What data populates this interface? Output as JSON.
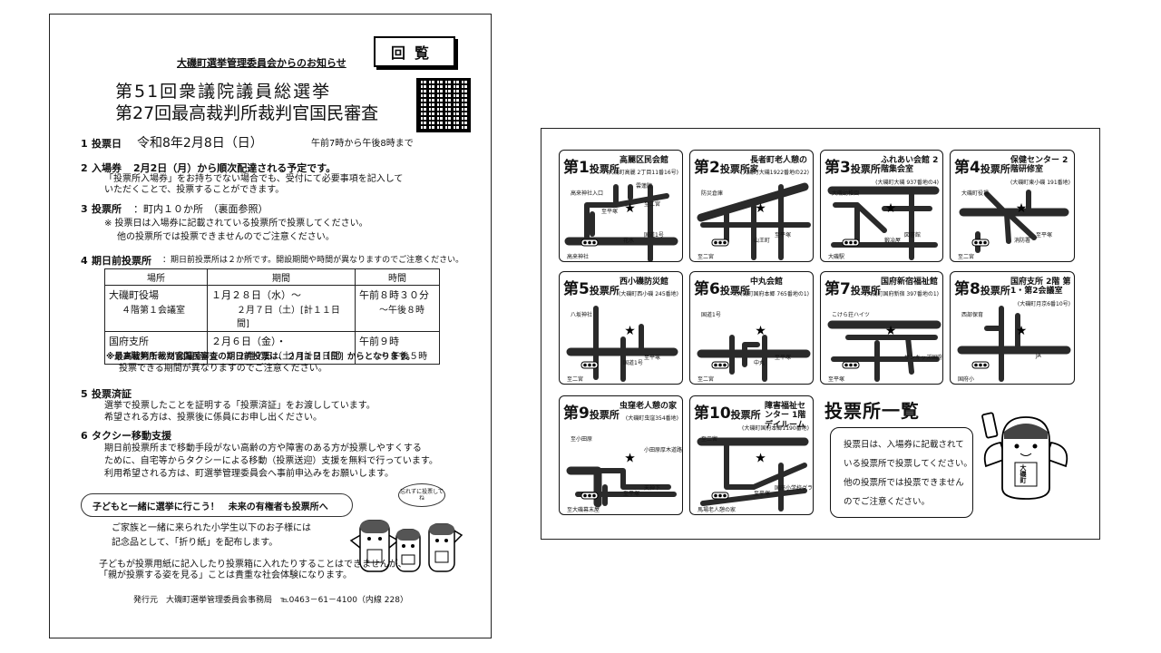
{
  "notice": {
    "committee": "大磯町選挙管理委員会からのお知らせ",
    "kairan": "回覧",
    "title1": "第51回衆議院議員総選挙",
    "title2": "第27回最高裁判所裁判官国民審査",
    "item1": {
      "no": "1",
      "label": "投票日",
      "date": "令和8年2月8日（日）",
      "hours": "午前7時から午後8時まで"
    },
    "item2": {
      "no": "2",
      "label": "入場券",
      "main": "2月2日（月）から順次配達される予定です。",
      "note1": "「投票所入場券」をお持ちでない場合でも、受付にて必要事項を記入して",
      "note2": "いただくことで、投票することができます。"
    },
    "item3": {
      "no": "3",
      "label": "投票所",
      "main": "：町内１０か所　（裏面参照）",
      "note1": "※ 投票日は入場券に記載されている投票所で投票してください。",
      "note2": "他の投票所では投票できませんのでご注意ください。"
    },
    "item4": {
      "no": "4",
      "label": "期日前投票所",
      "main": "：期日前投票所は２か所です。開設期間や時間が異なりますのでご注意ください。"
    },
    "table": {
      "headers": [
        "場所",
        "期間",
        "時間"
      ],
      "rows": [
        {
          "place1": "大磯町役場",
          "place2": "４階第１会議室",
          "period1": "１月２８日（水）～",
          "period2": "２月７日（土）[計１１日間]",
          "time1": "午前８時３０分",
          "time2": "～午後８時"
        },
        {
          "place1": "国府支所",
          "place2": "２階第１・２会議室",
          "period1": "２月６日（金）・",
          "period2": "２月７日（土）[計２日間]",
          "time1": "午前９時",
          "time2": "～ 午後５時"
        }
      ]
    },
    "item4_note1": "※最高裁判所裁判官国民審査の期日前投票は、２月１日（日）からとなります。",
    "item4_note2": "投票できる期間が異なりますのでご注意ください。",
    "item5": {
      "no": "5",
      "label": "投票済証",
      "line1": "選挙で投票したことを証明する「投票済証」をお渡ししています。",
      "line2": "希望される方は、投票後に係員にお申し出ください。"
    },
    "item6": {
      "no": "6",
      "label": "タクシー移動支援",
      "line1": "期日前投票所まで移動手段がない高齢の方や障害のある方が投票しやすくする",
      "line2": "ために、自宅等からタクシーによる移動（投票送迎）支援を無料で行っています。",
      "line3": "利用希望される方は、町選挙管理委員会へ事前申込みをお願いします。"
    },
    "kids_bubble": "子どもと一緒に選挙に行こう！　未来の有権者も投票所へ",
    "mascot_bubble": "忘れずに投票してね",
    "kids1": "ご家族と一緒に来られた小学生以下のお子様には",
    "kids2": "記念品として、「折り紙」を配布します。",
    "kids3": "子どもが投票用紙に記入したり投票箱に入れたりすることはできませんが、",
    "kids4": "「親が投票する姿を見る」ことは貴重な社会体験になります。",
    "footer": "発行元　大磯町選挙管理委員会事務局　℡0463－61－4100（内線 228）"
  },
  "polling": {
    "list_title": "投票所一覧",
    "info1": "投票日は、入場券に記載されて",
    "info2": "いる投票所で投票してください。",
    "info3": "他の投票所では投票できません",
    "info4": "のでご注意ください。",
    "mascot_label": "大磯町",
    "stations": [
      {
        "no": "1",
        "suffix": "投票所",
        "name": "高麗区民会館",
        "addr": "(大磯町高麗 2丁目11番16号)",
        "labels": [
          "高来神社",
          "国道1号",
          "高来神社入口",
          "花水",
          "至二宮",
          "至平塚",
          "雲蓮院"
        ]
      },
      {
        "no": "2",
        "suffix": "投票所",
        "name": "長者町老人憩の家",
        "addr": "(大磯町大磯1922番地の22)",
        "labels": [
          "至二宮",
          "至平塚",
          "防災倉庫",
          "山王町"
        ]
      },
      {
        "no": "3",
        "suffix": "投票所",
        "name": "ふれあい会館 2階集会室",
        "addr": "(大磯町大磯 937番地の4)",
        "labels": [
          "大磯駅",
          "図書館",
          "大磯幼稚園",
          "鍛冶屋"
        ]
      },
      {
        "no": "4",
        "suffix": "投票所",
        "name": "保健センター 2階研修室",
        "addr": "(大磯町東小磯 191番地)",
        "labels": [
          "至二宮",
          "至平塚",
          "大磯町役場",
          "消防署"
        ]
      },
      {
        "no": "5",
        "suffix": "投票所",
        "name": "西小磯防災館",
        "addr": "(大磯町西小磯 245番地)",
        "labels": [
          "至二宮",
          "至平塚",
          "八坂神社",
          "国道1号"
        ]
      },
      {
        "no": "6",
        "suffix": "投票所",
        "name": "中丸会館",
        "addr": "(大磯町国府本郷 765番地の1)",
        "labels": [
          "至二宮",
          "至平塚",
          "国道1号",
          "中丸"
        ]
      },
      {
        "no": "7",
        "suffix": "投票所",
        "name": "国府新宿福祉館",
        "addr": "(大磯町国府新宿 397番地の1)",
        "labels": [
          "至平塚",
          "サンキッズ国府",
          "こけら荘ハイツ"
        ]
      },
      {
        "no": "8",
        "suffix": "投票所",
        "name": "国府支所 2階 第1・第2会議室",
        "addr": "(大磯町月京6番10号)",
        "labels": [
          "国府小",
          "JA",
          "西部保育"
        ]
      },
      {
        "no": "9",
        "suffix": "投票所",
        "name": "虫窪老人憩の家",
        "addr": "(大磯町虫窪354番地)",
        "labels": [
          "至大磯幕末屋",
          "天神下",
          "至小田原",
          "至平塚",
          "小田原厚木道路"
        ]
      },
      {
        "no": "10",
        "suffix": "投票所",
        "name": "障害福祉センター 1階デイルーム",
        "addr": "(大磯町国府本郷1190番地)",
        "labels": [
          "馬場老人憩の家",
          "国府小学校グラウンド",
          "至二宮",
          "至平塚"
        ]
      }
    ]
  },
  "colors": {
    "ink": "#111111",
    "road": "#2a2a2a",
    "page": "#ffffff"
  }
}
